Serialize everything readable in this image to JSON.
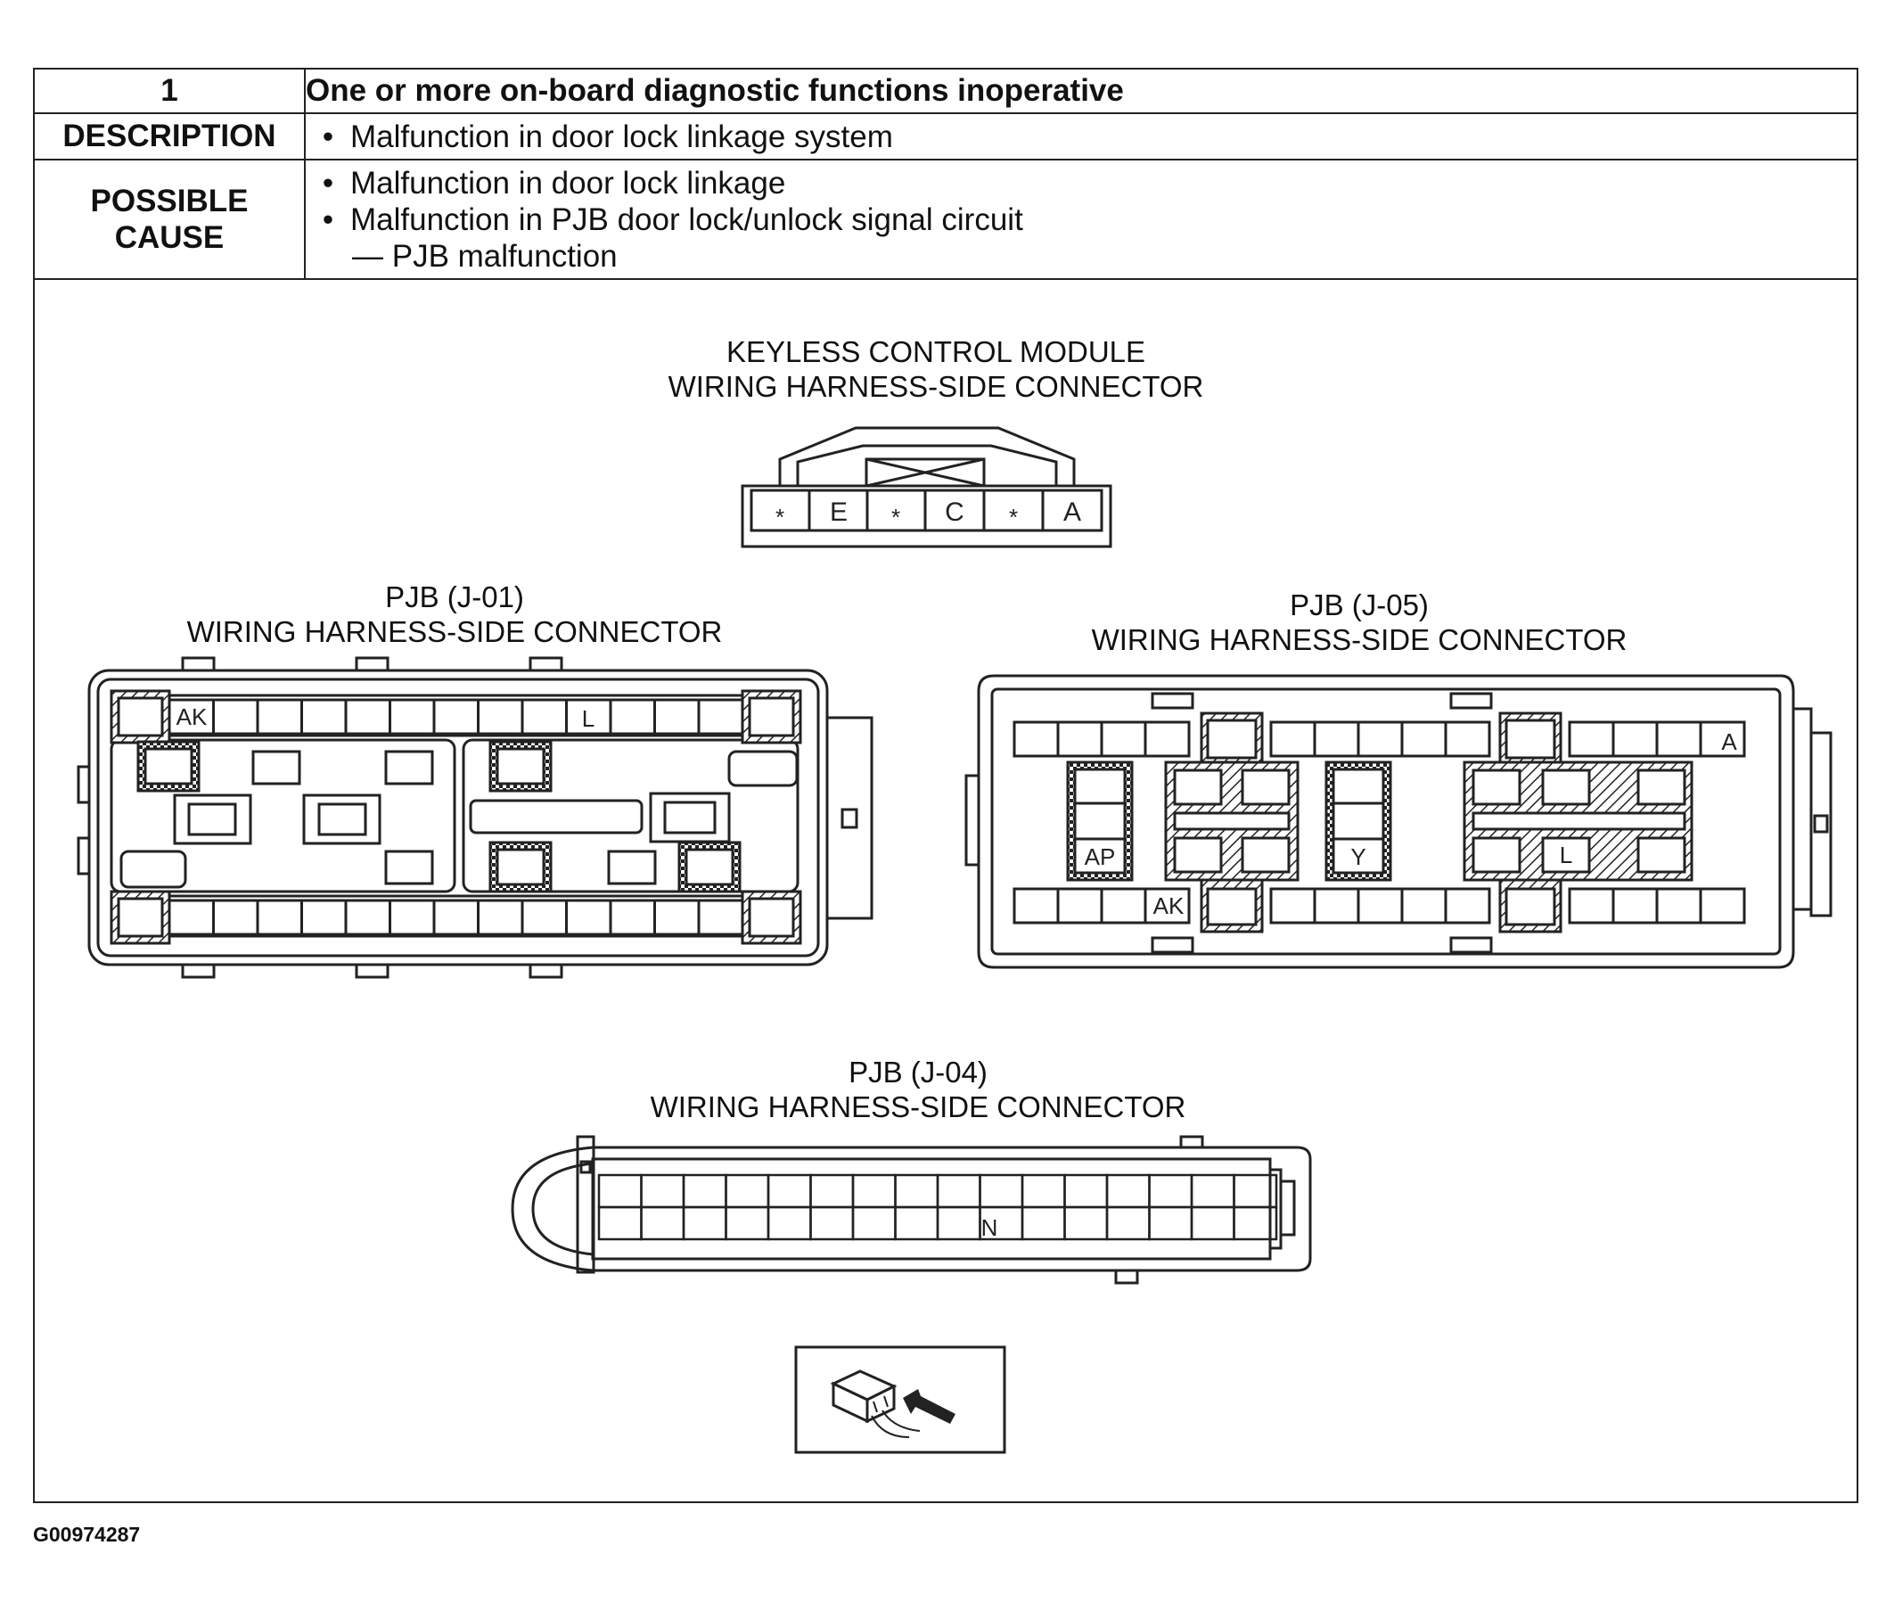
{
  "table": {
    "number": "1",
    "title": "One or more on-board diagnostic functions inoperative",
    "description_label": "DESCRIPTION",
    "description_items": [
      "Malfunction in door lock linkage system"
    ],
    "cause_label_line1": "POSSIBLE",
    "cause_label_line2": "CAUSE",
    "cause_items": [
      "Malfunction in door lock linkage",
      "Malfunction in PJB door lock/unlock signal circuit"
    ],
    "cause_subitem": "— PJB malfunction"
  },
  "connectors": {
    "kcm": {
      "title_line1": "KEYLESS CONTROL MODULE",
      "title_line2": "WIRING HARNESS-SIDE CONNECTOR",
      "pins": [
        "*",
        "E",
        "*",
        "C",
        "*",
        "A"
      ]
    },
    "j01": {
      "title_line1": "PJB (J-01)",
      "title_line2": "WIRING HARNESS-SIDE CONNECTOR",
      "pin_ak": "AK",
      "pin_l": "L"
    },
    "j05": {
      "title_line1": "PJB (J-05)",
      "title_line2": "WIRING HARNESS-SIDE CONNECTOR",
      "pin_a": "A",
      "pin_ap": "AP",
      "pin_y": "Y",
      "pin_l": "L",
      "pin_ak": "AK"
    },
    "j04": {
      "title_line1": "PJB (J-04)",
      "title_line2": "WIRING HARNESS-SIDE CONNECTOR",
      "pin_n": "N"
    }
  },
  "footer": {
    "figure_id": "G00974287"
  },
  "icons": {
    "probe": "harness-side-probe-icon"
  }
}
